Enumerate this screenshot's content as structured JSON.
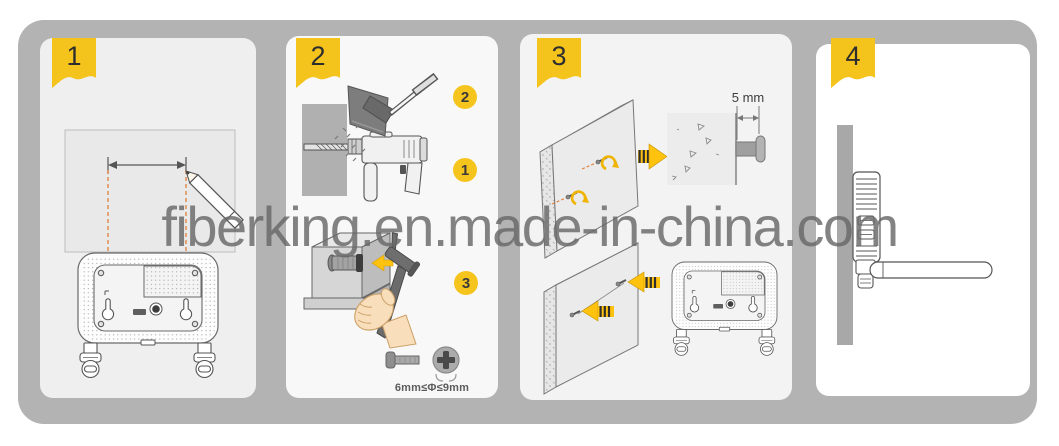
{
  "watermark": {
    "text": "fiberking.en.made-in-china.com"
  },
  "panels": {
    "p1": {
      "step": "1"
    },
    "p2": {
      "step": "2",
      "badge_vacuum": "2",
      "badge_drill": "1",
      "badge_hammer": "3",
      "screw_spec": "6mm≤Φ≤9mm"
    },
    "p3": {
      "step": "3",
      "protrusion": "5 mm"
    },
    "p4": {
      "step": "4"
    }
  },
  "colors": {
    "tray_gray": "#b3b3b3",
    "panel_light": "#f3f3f3",
    "ribbon_yellow": "#f4c41d",
    "badge_yellow": "#f5c51d",
    "arrow_yellow": "#ffc20e",
    "wall_gray": "#b0b0b0",
    "dashed_orange": "#e0813c",
    "line_art": "#5a5a5a",
    "watermark_gray": "#6a6a6a",
    "hand_skin": "#f9debc"
  }
}
